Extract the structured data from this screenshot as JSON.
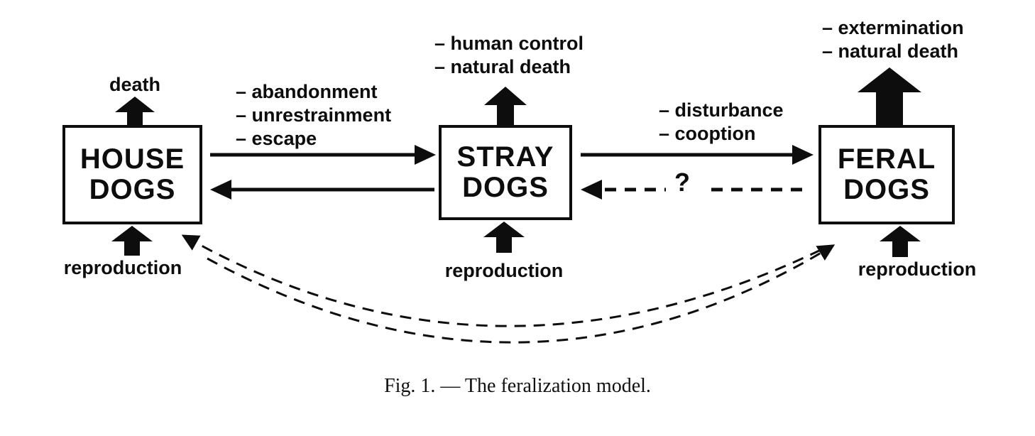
{
  "diagram": {
    "caption": "Fig. 1. — The feralization model.",
    "nodes": {
      "house": {
        "line1": "HOUSE",
        "line2": "DOGS",
        "outflow": [
          "death"
        ],
        "inflow": "reproduction"
      },
      "stray": {
        "line1": "STRAY",
        "line2": "DOGS",
        "outflow": [
          "– human control",
          "– natural death"
        ],
        "inflow": "reproduction"
      },
      "feral": {
        "line1": "FERAL",
        "line2": "DOGS",
        "outflow": [
          "– extermination",
          "– natural death"
        ],
        "inflow": "reproduction"
      }
    },
    "transitions": {
      "house_to_stray": [
        "– abandonment",
        "– unrestrainment",
        "– escape"
      ],
      "stray_to_feral": [
        "– disturbance",
        "– cooption"
      ],
      "feral_to_stray": "?"
    },
    "colors": {
      "ink": "#0d0d0d",
      "background": "#ffffff"
    }
  }
}
